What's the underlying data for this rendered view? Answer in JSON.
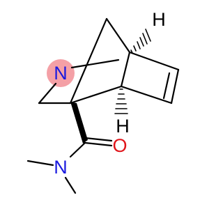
{
  "colors": {
    "bond": "#000000",
    "nitrogen": "#1a1adf",
    "oxygen": "#e0141a",
    "hydrogen": "#000000",
    "highlight": "#f4a0a6"
  },
  "atoms": {
    "n_ring": "N",
    "h_top": "H",
    "h_bottom": "H",
    "o_carbonyl": "O",
    "n_amide": "N"
  }
}
